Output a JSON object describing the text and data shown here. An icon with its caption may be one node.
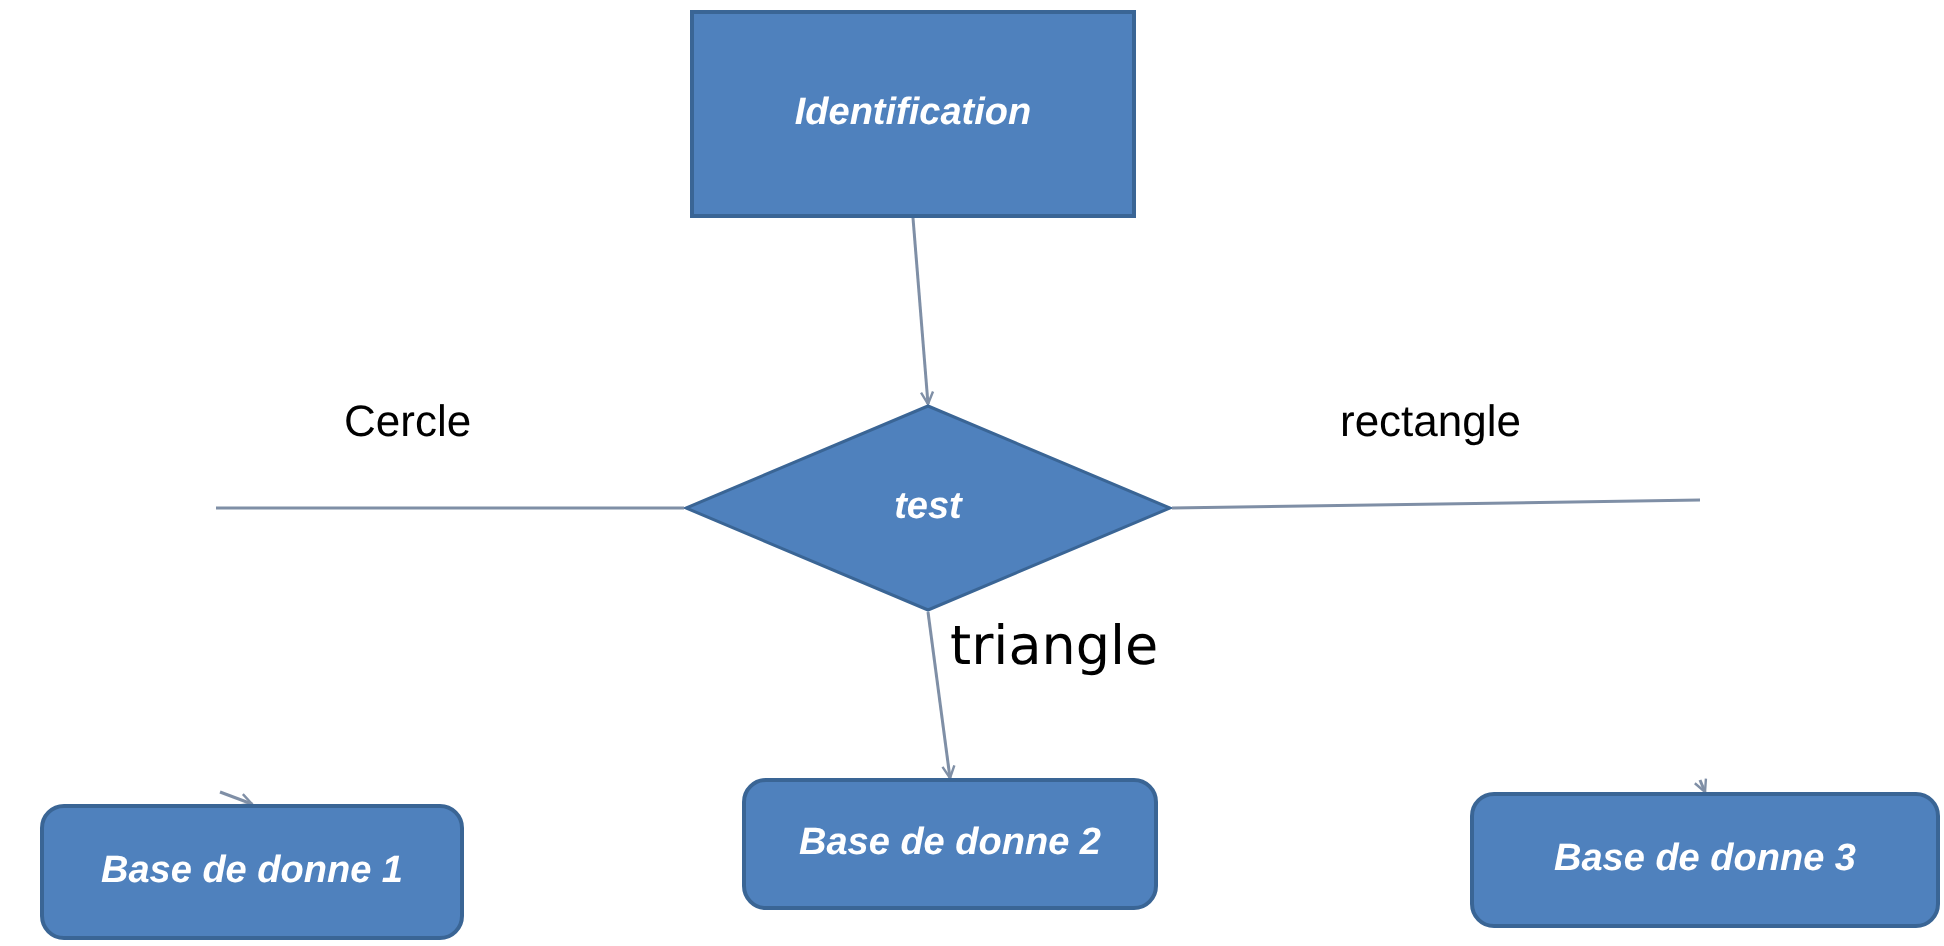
{
  "diagram": {
    "nodes": [
      {
        "text": [
          "Identification"
        ]
      },
      {
        "text": [
          "test"
        ]
      },
      {
        "text": [
          "Base de donne 1"
        ]
      },
      {
        "text": [
          "Base de donne 2"
        ]
      },
      {
        "text": [
          "Base de donne 3"
        ]
      }
    ],
    "edges": [
      {
        "from": 0,
        "to": 1,
        "arrow": "to"
      },
      {
        "from": 1,
        "to": null,
        "arrow": "none",
        "label": "Cercle"
      },
      {
        "from": 1,
        "to": null,
        "arrow": "none",
        "label": "rectangle"
      },
      {
        "from": 1,
        "to": 3,
        "arrow": "to",
        "label": "triangle"
      },
      {
        "from": null,
        "to": 2,
        "arrow": "to"
      },
      {
        "from": null,
        "to": 4,
        "arrow": "to"
      }
    ]
  }
}
